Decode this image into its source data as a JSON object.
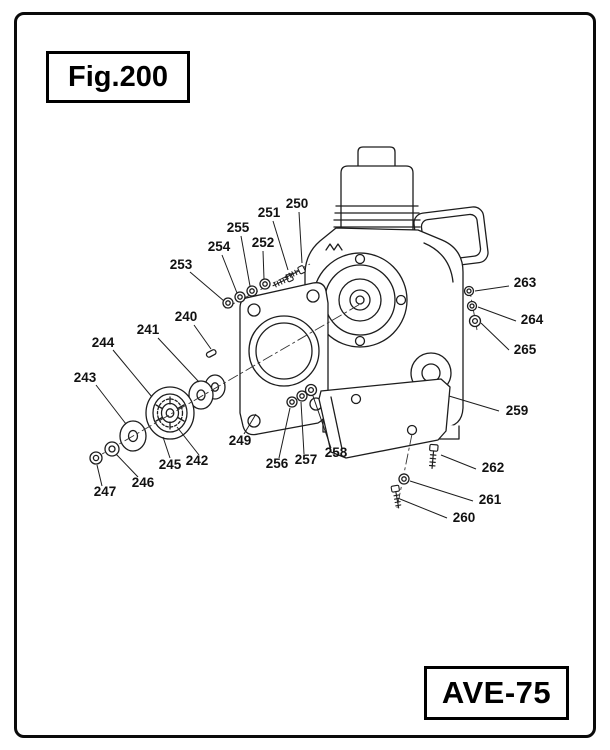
{
  "figure": {
    "title": "Fig.200",
    "model": "AVE-75"
  },
  "parts": [
    {
      "label": "240"
    },
    {
      "label": "241"
    },
    {
      "label": "242"
    },
    {
      "label": "243"
    },
    {
      "label": "244"
    },
    {
      "label": "245"
    },
    {
      "label": "246"
    },
    {
      "label": "247"
    },
    {
      "label": "249"
    },
    {
      "label": "250"
    },
    {
      "label": "251"
    },
    {
      "label": "252"
    },
    {
      "label": "253"
    },
    {
      "label": "254"
    },
    {
      "label": "255"
    },
    {
      "label": "256"
    },
    {
      "label": "257"
    },
    {
      "label": "258"
    },
    {
      "label": "259"
    },
    {
      "label": "260"
    },
    {
      "label": "261"
    },
    {
      "label": "262"
    },
    {
      "label": "263"
    },
    {
      "label": "264"
    },
    {
      "label": "265"
    }
  ],
  "colors": {
    "line": "#1d1d1d",
    "background": "#ffffff",
    "text": "#111111"
  }
}
